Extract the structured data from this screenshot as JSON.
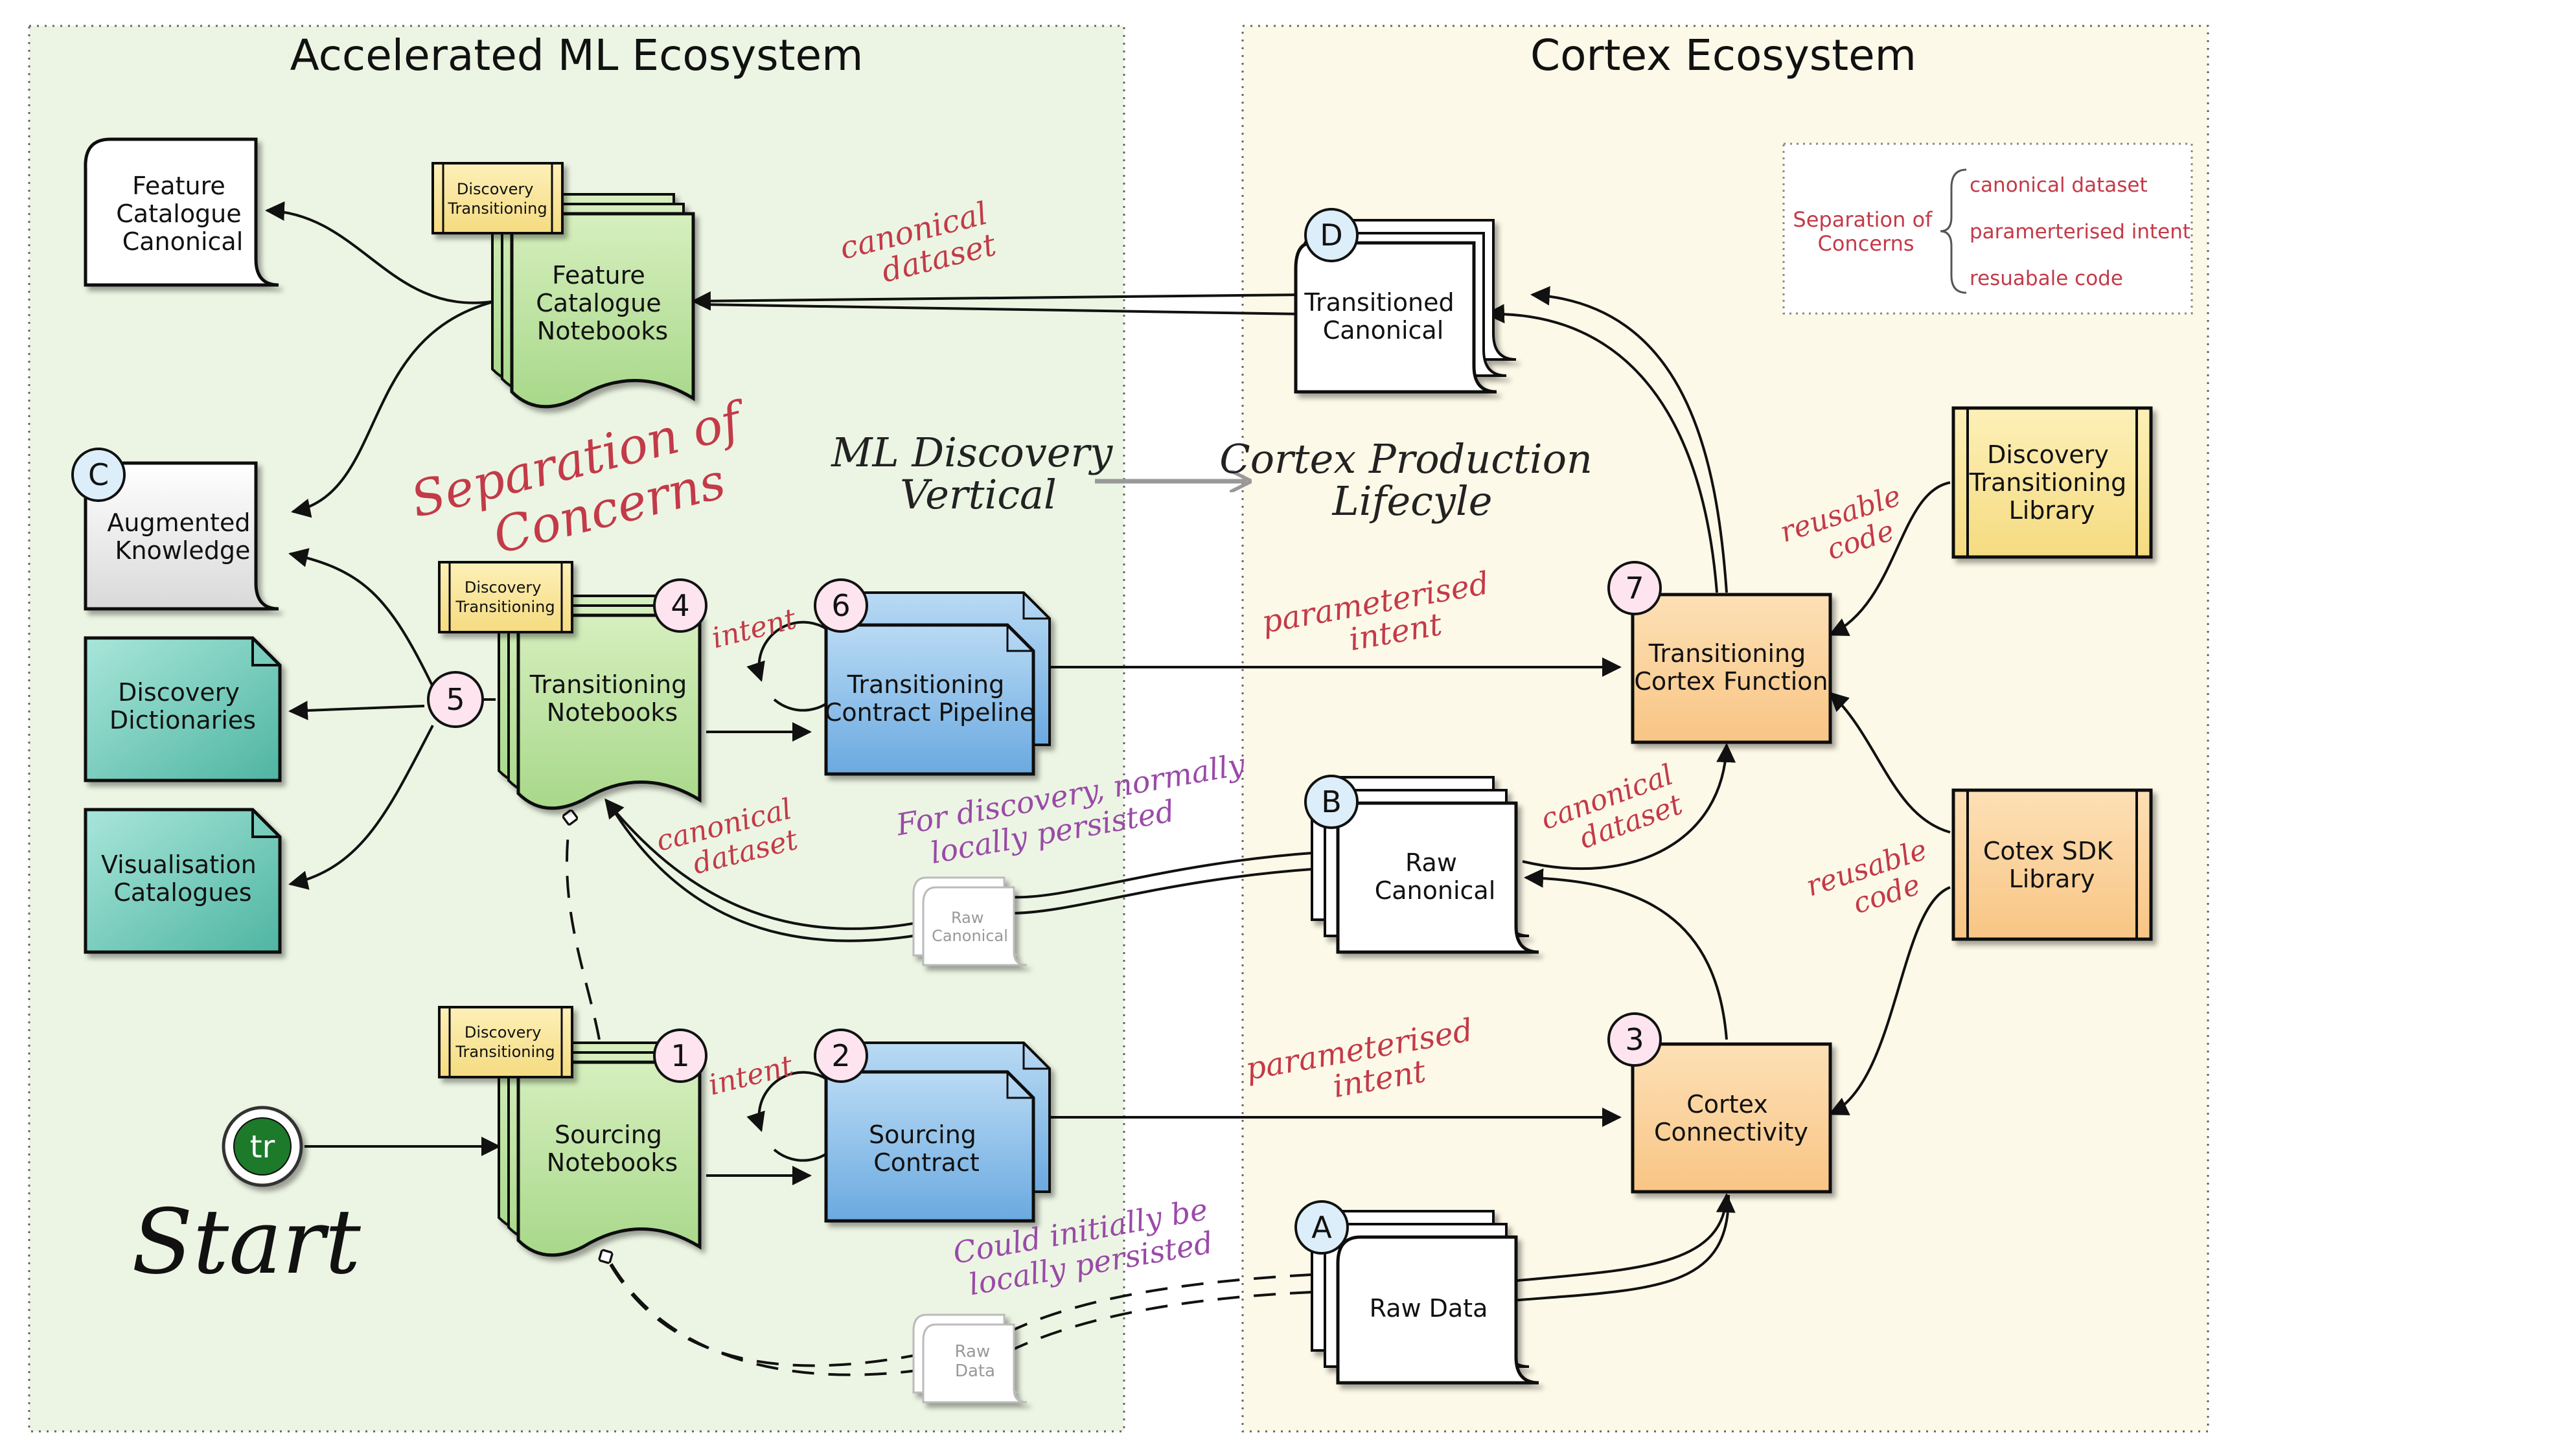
{
  "regions": {
    "left_title": "Accelerated ML Ecosystem",
    "right_title": "Cortex Ecosystem"
  },
  "nodes": {
    "feature_catalogue_canonical": [
      "Feature",
      "Catalogue",
      "Canonical"
    ],
    "augmented_knowledge": [
      "Augmented",
      "Knowledge"
    ],
    "discovery_dictionaries": [
      "Discovery",
      "Dictionaries"
    ],
    "visualisation_catalogues": [
      "Visualisation",
      "Catalogues"
    ],
    "feature_catalogue_notebooks": [
      "Feature",
      "Catalogue",
      "Notebooks"
    ],
    "transitioning_notebooks": [
      "Transitioning",
      "Notebooks"
    ],
    "sourcing_notebooks": [
      "Sourcing",
      "Notebooks"
    ],
    "transitioning_contract_pipeline": [
      "Transitioning",
      "Contract Pipeline"
    ],
    "sourcing_contract": [
      "Sourcing",
      "Contract"
    ],
    "transitioned_canonical": [
      "Transitioned",
      "Canonical"
    ],
    "raw_canonical": [
      "Raw",
      "Canonical"
    ],
    "raw_data": [
      "Raw Data"
    ],
    "transitioning_cortex_function": [
      "Transitioning",
      "Cortex Function"
    ],
    "cortex_connectivity": [
      "Cortex",
      "Connectivity"
    ],
    "discovery_transitioning_library": [
      "Discovery",
      "Transitioning",
      "Library"
    ],
    "cotex_sdk_library": [
      "Cotex SDK",
      "Library"
    ],
    "small_raw_canonical": [
      "Raw",
      "Canonical"
    ],
    "small_raw_data": [
      "Raw",
      "Data"
    ],
    "tag": [
      "Discovery",
      "Transitioning"
    ],
    "start_badge": "tr"
  },
  "markers": {
    "m1": "1",
    "m2": "2",
    "m3": "3",
    "m4": "4",
    "m5": "5",
    "m6": "6",
    "m7": "7",
    "mA": "A",
    "mB": "B",
    "mC": "C",
    "mD": "D"
  },
  "annotations": {
    "canonical_dataset_top": [
      "canonical",
      "dataset"
    ],
    "canonical_dataset_left": [
      "canonical",
      "dataset"
    ],
    "canonical_dataset_right": [
      "canonical",
      "dataset"
    ],
    "separation": [
      "Separation of",
      "Concerns"
    ],
    "ml_discovery": [
      "ML Discovery",
      "Vertical"
    ],
    "cortex_production": [
      "Cortex Production",
      "Lifecyle"
    ],
    "param_intent_top": [
      "parameterised",
      "intent"
    ],
    "param_intent_bottom": [
      "parameterised",
      "intent"
    ],
    "intent_top": "intent",
    "intent_bottom": "intent",
    "for_discovery": [
      "For discovery, normally",
      "locally persisted"
    ],
    "could_initially": [
      "Could initially be",
      "locally persisted"
    ],
    "reusable_top": [
      "reusable",
      "code"
    ],
    "reusable_bottom": [
      "reusable",
      "code"
    ],
    "start": "Start"
  },
  "legend": {
    "label": [
      "Separation of",
      "Concerns"
    ],
    "items": [
      "canonical dataset",
      "paramerterised intent",
      "resuabale code"
    ]
  },
  "colors": {
    "left_bg": "#ecf5e3",
    "right_bg": "#fdf9e8",
    "green_doc": "#c5e6a8",
    "blue_doc": "#8ec1ea",
    "teal_doc": "#7fd2c4",
    "orange_box": "#fcd3a0",
    "yellow_box": "#fbe9a4",
    "marker_pink": "#fde4ee",
    "marker_blue": "#dceefa",
    "annotation_red": "#c33a48",
    "annotation_purple": "#9a4aa8",
    "start_green": "#1f7a2a"
  }
}
